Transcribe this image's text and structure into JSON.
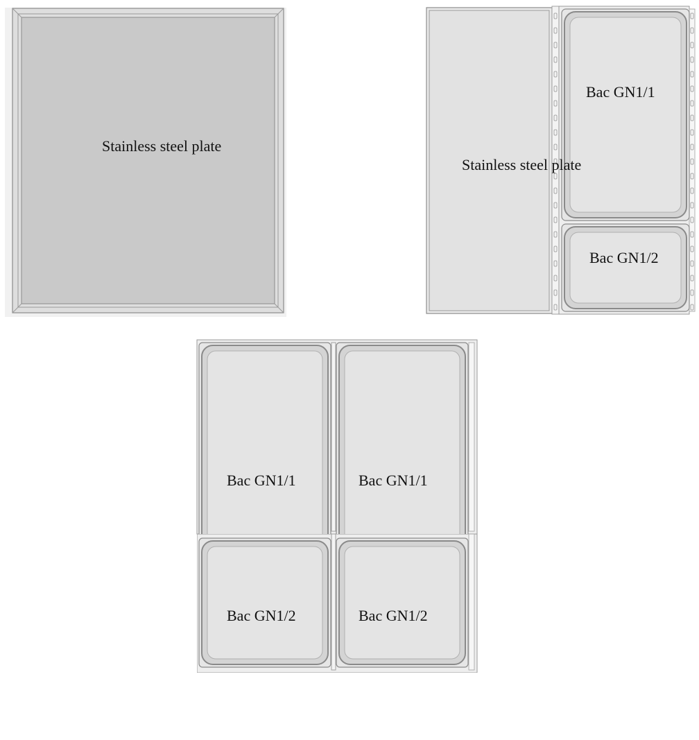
{
  "configurations": [
    {
      "id": "single-plate",
      "labels": {
        "plate": "Stainless steel plate"
      }
    },
    {
      "id": "plate-and-pans",
      "labels": {
        "plate": "Stainless steel plate",
        "pan_full": "Bac GN1/1",
        "pan_half": "Bac GN1/2"
      }
    },
    {
      "id": "four-pans",
      "labels": {
        "pan_full_left": "Bac GN1/1",
        "pan_full_right": "Bac GN1/1",
        "pan_half_left": "Bac GN1/2",
        "pan_half_right": "Bac GN1/2"
      }
    }
  ],
  "colors": {
    "plate_fill": "#c9c9c9",
    "plate_frame": "#dedede",
    "pan_fill": "#e4e4e4",
    "pan_rim": "#a9a9a9",
    "tray_fill": "#eaeaea",
    "outline": "#8c8c8c"
  }
}
